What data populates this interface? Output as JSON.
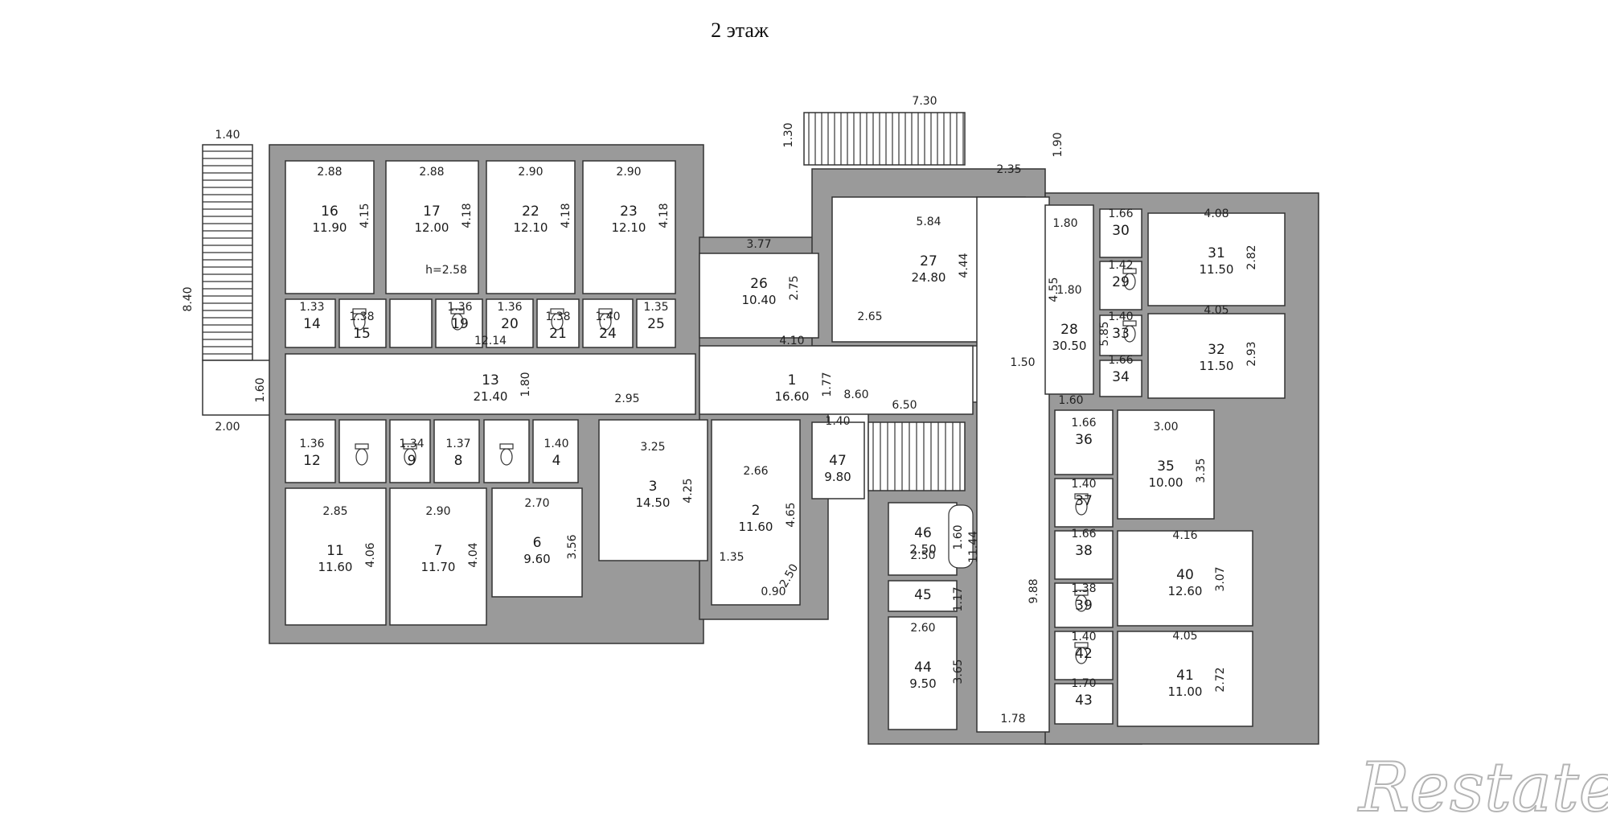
{
  "title": "2 этаж",
  "watermark": "Restate",
  "rooms": [
    {
      "num": "16",
      "area": "11.90",
      "dw": "2.88",
      "dh": "4.15"
    },
    {
      "num": "17",
      "area": "12.00",
      "dw": "2.88",
      "dh": "4.18"
    },
    {
      "num": "22",
      "area": "12.10",
      "dw": "2.90",
      "dh": "4.18"
    },
    {
      "num": "23",
      "area": "12.10",
      "dw": "2.90",
      "dh": "4.18"
    },
    {
      "num": "26",
      "area": "10.40",
      "dw": "3.77",
      "dh": "2.75"
    },
    {
      "num": "27",
      "area": "24.80",
      "dw": "5.84",
      "dh": "4.44"
    },
    {
      "num": "31",
      "area": "11.50",
      "dw": "4.08",
      "dh": "2.82"
    },
    {
      "num": "32",
      "area": "11.50",
      "dw": "4.05",
      "dh": "2.93"
    },
    {
      "num": "13",
      "area": "21.40",
      "dw": "12.14",
      "dh": "1.80"
    },
    {
      "num": "1",
      "area": "16.60",
      "dw": "4.10",
      "dh": "1.77"
    },
    {
      "num": "28",
      "area": "30.50",
      "dw": "1.80",
      "dh": "5.85"
    },
    {
      "num": "3",
      "area": "14.50",
      "dw": "3.25",
      "dh": "4.25"
    },
    {
      "num": "2",
      "area": "11.60",
      "dw": "2.66",
      "dh": "4.65"
    },
    {
      "num": "47",
      "area": "9.80",
      "dw": "1.40",
      "dh": ""
    },
    {
      "num": "35",
      "area": "10.00",
      "dw": "3.00",
      "dh": "3.35"
    },
    {
      "num": "11",
      "area": "11.60",
      "dw": "2.85",
      "dh": "4.06"
    },
    {
      "num": "7",
      "area": "11.70",
      "dw": "2.90",
      "dh": "4.04"
    },
    {
      "num": "6",
      "area": "9.60",
      "dw": "2.70",
      "dh": "3.56"
    },
    {
      "num": "46",
      "area": "2.50",
      "dw": "",
      "dh": "1.60"
    },
    {
      "num": "45",
      "area": "",
      "dw": "2.50",
      "dh": "1.17"
    },
    {
      "num": "44",
      "area": "9.50",
      "dw": "2.60",
      "dh": "3.65"
    },
    {
      "num": "40",
      "area": "12.60",
      "dw": "4.16",
      "dh": "3.07"
    },
    {
      "num": "41",
      "area": "11.00",
      "dw": "4.05",
      "dh": "2.72"
    }
  ],
  "small_rooms": [
    {
      "num": "14",
      "dim": "1.33"
    },
    {
      "num": "15",
      "dim": "1.38"
    },
    {
      "num": "19",
      "dim": "1.36"
    },
    {
      "num": "20",
      "dim": "1.36"
    },
    {
      "num": "21",
      "dim": "1.38"
    },
    {
      "num": "24",
      "dim": "1.40"
    },
    {
      "num": "25",
      "dim": "1.35"
    },
    {
      "num": "12",
      "dim": "1.36"
    },
    {
      "num": "9",
      "dim": "1.34"
    },
    {
      "num": "8",
      "dim": "1.37"
    },
    {
      "num": "4",
      "dim": "1.40"
    },
    {
      "num": "30",
      "dim": "1.66"
    },
    {
      "num": "29",
      "dim": "1.42"
    },
    {
      "num": "33",
      "dim": "1.40"
    },
    {
      "num": "34",
      "dim": "1.66"
    },
    {
      "num": "36",
      "dim": "1.66"
    },
    {
      "num": "37",
      "dim": "1.40"
    },
    {
      "num": "38",
      "dim": "1.66"
    },
    {
      "num": "39",
      "dim": "1.38"
    },
    {
      "num": "42",
      "dim": "1.40"
    },
    {
      "num": "43",
      "dim": "1.70"
    }
  ],
  "dimensions": [
    "1.40",
    "8.40",
    "7.30",
    "1.30",
    "1.90",
    "2.35",
    "1.80",
    "4.55",
    "1.60",
    "2.00",
    "2.95",
    "8.60",
    "6.50",
    "1.50",
    "1.60",
    "11.44",
    "9.88",
    "1.78",
    "1.35",
    "0.90",
    "2.50",
    "2.65",
    "h=2.58"
  ]
}
